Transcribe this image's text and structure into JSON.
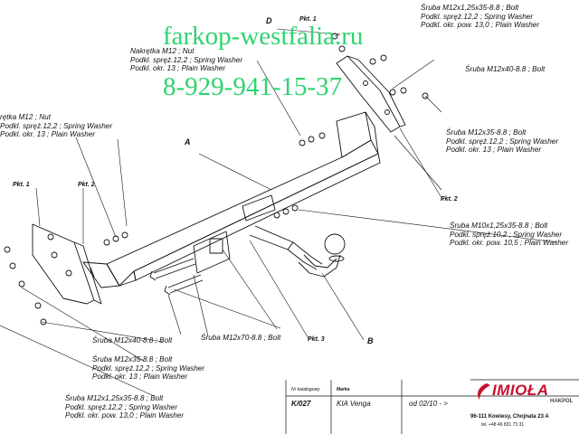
{
  "watermark": {
    "site": "farkop-westfalia.ru",
    "phone": "8-929-941-15-37",
    "color": "#2fd36f"
  },
  "letters": {
    "a": "A",
    "b": "B",
    "d": "D"
  },
  "pkt": {
    "p1": "Pkt. 1",
    "p2": "Pkt. 2",
    "p3": "Pkt. 3"
  },
  "labels": {
    "top_right_bolt": [
      "Śruba M12x1,25x35-8.8 ;  Bolt",
      "Podkl. spręż.12,2 ; Spring Washer",
      "Podkl. okr. pow. 13,0 ; Plain Washer"
    ],
    "top_left_nut": [
      "Nakrętka  M12 ; Nut",
      "Podkl. spręż.12,2 ; Spring Washer",
      "Podkl. okr. 13 ; Plain Washer"
    ],
    "right_bolt_40": [
      "Śruba M12x40-8.8 ;  Bolt"
    ],
    "right_bolt_35": [
      "Śruba M12x35-8.8 ;  Bolt",
      "Podkl. spręż.12,2 ; Spring Washer",
      "Podkl. okr. 13 ; Plain Washer"
    ],
    "left_nut": [
      "rętka  M12 ; Nut",
      "Podkl. spręż.12,2 ; Spring Washer",
      "Podkl. okr. 13 ; Plain Washer"
    ],
    "right_bolt_m10": [
      "Śruba M10x1,25x35-8.8 ;  Bolt",
      "Podkl. spręż.10,2 ; Spring Washer",
      "Podkl. okr. pow. 10,5 ; Plain Washer"
    ],
    "bottom_bolt_40": [
      "Śruba M12x40-8.8 ;  Bolt"
    ],
    "bottom_bolt_70": [
      "Śruba M12x70-8.8 ;  Bolt"
    ],
    "bottom_bolt_35": [
      "Śruba M12x35-8.8 ;  Bolt",
      "Podkl. spręż.12,2 ; Spring Washer",
      "Podkl. okr. 13 ; Plain Washer"
    ],
    "bottom_bolt_m12": [
      "Śruba M12x1,25x35-8.8 ;  Bolt",
      "Podkl. spręż.12,2 ; Spring Washer",
      "Podkl. okr. pow. 13,0 ; Plain Washer"
    ]
  },
  "title_block": {
    "catalog_caption": "Nr katalogowy",
    "catalog_no": "K/027",
    "brand_caption": "Marka",
    "brand": "KIA Venga",
    "from": "od  02/10 - >",
    "logo": "IMIOŁA",
    "logo_sub": "HAKPOL",
    "address": "96-111 Kowiesy, Chojnata 23 A",
    "tel": "tel. +48 46 831 73 31",
    "logo_color": "#c8102e"
  }
}
